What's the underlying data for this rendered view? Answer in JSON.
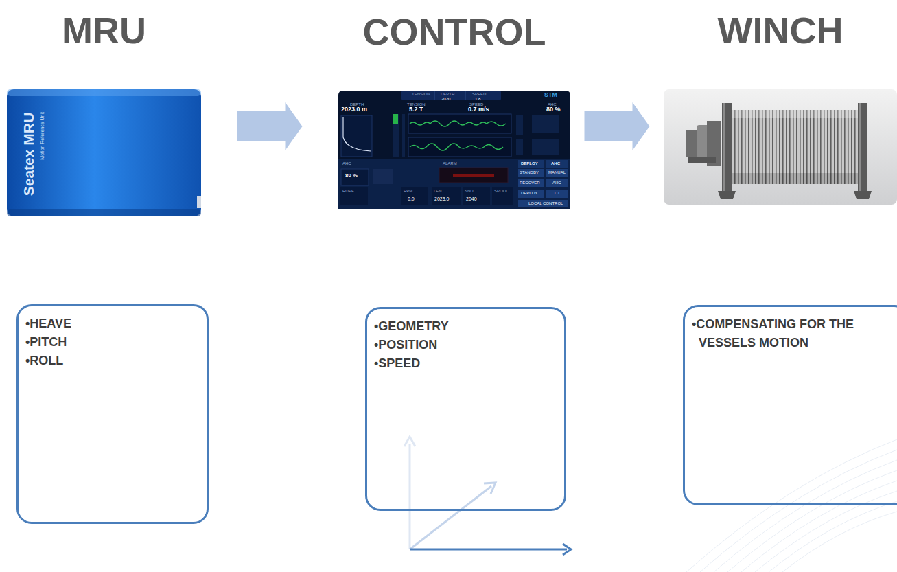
{
  "diagram": {
    "nodes": [
      {
        "text": [
          "MRU",
          "Seatex MRU",
          "Motion Reference Unit"
        ]
      },
      {
        "text": [
          "CONTROL"
        ]
      },
      {
        "text": [
          "WINCH"
        ]
      },
      {
        "text": [
          "•HEAVE",
          "•PITCH",
          "•ROLL"
        ]
      },
      {
        "text": [
          "•GEOMETRY",
          "•POSITION",
          "•SPEED"
        ]
      },
      {
        "text": [
          "•COMPENSATING FOR THE VESSELS MOTION"
        ]
      }
    ],
    "edges": [
      {
        "from": 0,
        "to": 1,
        "arrow": "to"
      },
      {
        "from": 1,
        "to": 2,
        "arrow": "to"
      }
    ],
    "labels": [
      "TENSION",
      "DEPTH",
      "2020",
      "SPEED",
      "1.8",
      "STM",
      "DEPTH",
      "2023.0 m",
      "TENSION",
      "5.2 T",
      "SPEED",
      "0.7 m/s",
      "AHC",
      "80 %",
      "DEPLOY",
      "AHC",
      "STANDBY",
      "MANUAL",
      "RECOVER",
      "AHC",
      "DEPLOY",
      "CT",
      "LOCAL CONTROL",
      "AHC",
      "80 %",
      "ALARM",
      "RPM",
      "0.0",
      "LEN",
      "2023.0",
      "SND",
      "2040",
      "ROPE",
      "SPOOL"
    ]
  }
}
